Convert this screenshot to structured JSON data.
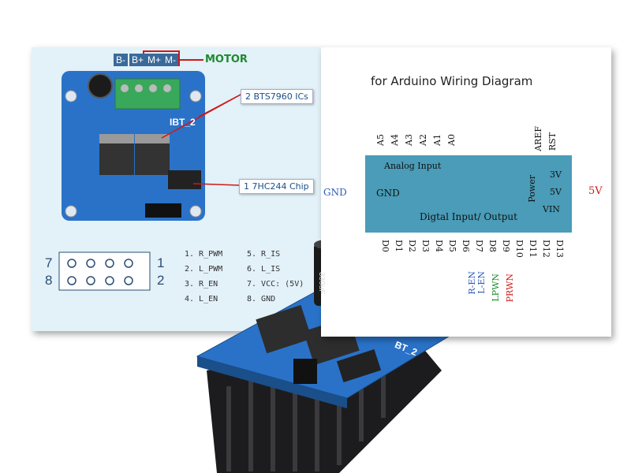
{
  "left_panel": {
    "terminals": [
      "B-",
      "B+",
      "M+",
      "M-"
    ],
    "motor_label": "MOTOR",
    "callout_ics": "2 BTS7960 ICs",
    "callout_chip": "1 7HC244 Chip",
    "board_label": "IBT_2",
    "header_numbers": {
      "top_left": "7",
      "top_right": "1",
      "bottom_left": "8",
      "bottom_right": "2"
    },
    "pins": [
      "1. R_PWM",
      "2. L_PWM",
      "3. R_EN",
      "4. L_EN",
      "5. R_IS",
      "6. L_IS",
      "7. VCC: (5V)",
      "8. GND"
    ]
  },
  "right_panel": {
    "title": "for Arduino Wiring Diagram",
    "analog_pins": [
      "A5",
      "A4",
      "A3",
      "A2",
      "A1",
      "A0"
    ],
    "top_right_pins": [
      "AREF",
      "RST"
    ],
    "analog_label": "Analog Input",
    "power_label": "Power",
    "power_pins": [
      "3V",
      "5V",
      "VIN"
    ],
    "gnd_inner": "GND",
    "gnd_outer": "GND",
    "five_v_outer": "5V",
    "digital_label": "Digtal Input/ Output",
    "digital_pins": [
      "D0",
      "D1",
      "D2",
      "D3",
      "D4",
      "D5",
      "D6",
      "D7",
      "D8",
      "D9",
      "D10",
      "D11",
      "D12",
      "D13"
    ],
    "connections": [
      "R-EN",
      "L-EN",
      "LPWN",
      "PRWN"
    ]
  },
  "photo": {
    "board_label": "BT_2",
    "capacitor_label": "330uF"
  },
  "colors": {
    "board_blue": "#2a72c8",
    "panel_bg": "#e3f1f8",
    "arduino_blue": "#4a9cb8",
    "terminal_green": "#3aa85a",
    "heatsink": "#1c1c1e",
    "motor_green": "#1e8a2e",
    "highlight_red": "#d01818"
  }
}
